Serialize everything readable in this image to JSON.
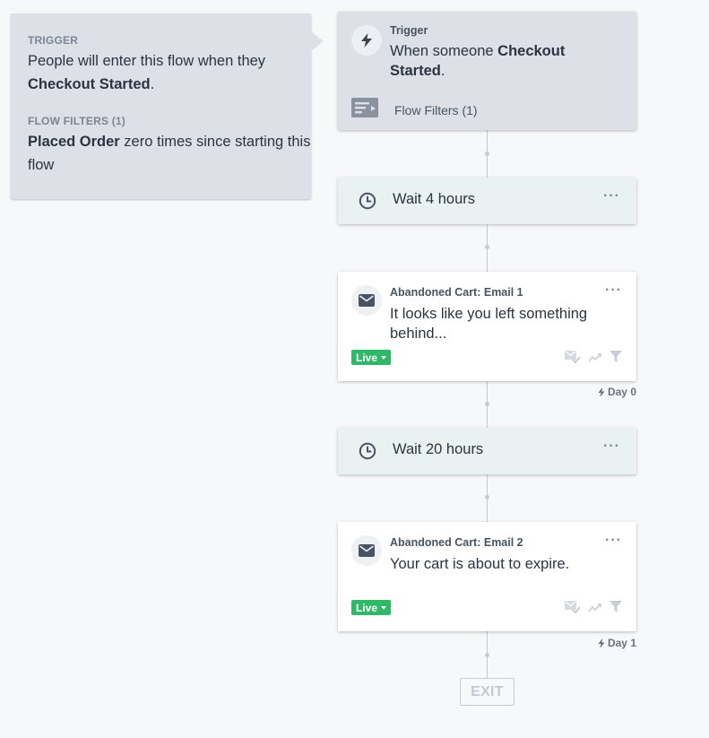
{
  "summary": {
    "trigger_label": "TRIGGER",
    "trigger_text_prefix": "People will enter this flow when they ",
    "trigger_event": "Checkout Started",
    "trigger_text_suffix": ".",
    "filters_label": "FLOW FILTERS (1)",
    "filter_metric": "Placed Order",
    "filter_text": " zero times since starting this flow"
  },
  "trigger_card": {
    "label": "Trigger",
    "title_prefix": "When someone ",
    "title_event": "Checkout Started",
    "title_suffix": ".",
    "filters_text": "Flow Filters (1)",
    "icon": "lightning-icon"
  },
  "steps": {
    "wait1": {
      "text": "Wait 4 hours",
      "icon": "clock-icon"
    },
    "email1": {
      "label": "Abandoned Cart: Email 1",
      "subject": "It looks like you left something behind...",
      "status": "Live",
      "day": "Day 0"
    },
    "wait2": {
      "text": "Wait 20 hours",
      "icon": "clock-icon"
    },
    "email2": {
      "label": "Abandoned Cart: Email 2",
      "subject": "Your cart is about to expire.",
      "status": "Live",
      "day": "Day 1"
    }
  },
  "more_glyph": "···",
  "exit_label": "EXIT",
  "colors": {
    "live": "#2eb868",
    "trigger_bg": "#dde1e7",
    "wait_bg": "#eaf1f1",
    "connector": "#c5cad1"
  }
}
